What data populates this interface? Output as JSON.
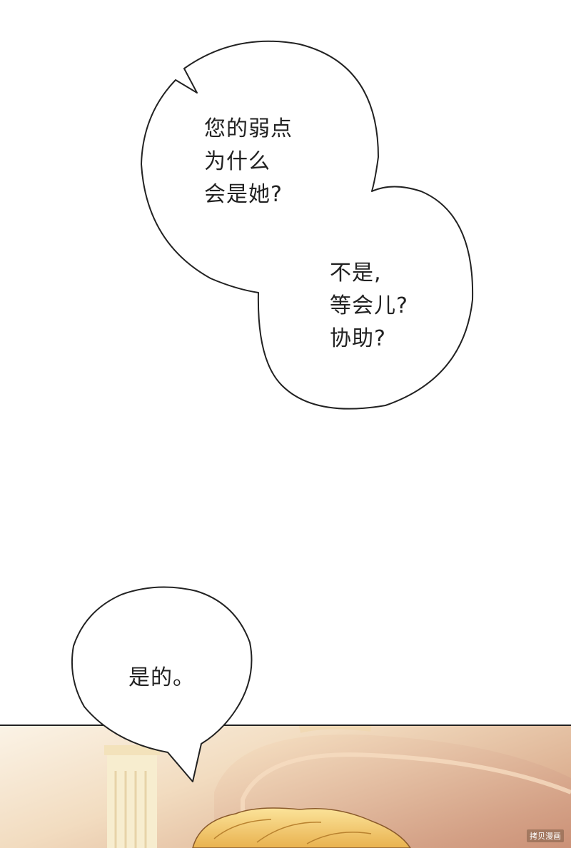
{
  "bubbles": {
    "top": {
      "lines": [
        "您的弱点",
        "为什么",
        "会是她?"
      ]
    },
    "middle": {
      "lines": [
        "不是,",
        "等会儿?",
        "协助?"
      ]
    },
    "bottom": {
      "lines": [
        "是的。"
      ]
    }
  },
  "watermark": "拷贝漫画",
  "colors": {
    "background": "#ffffff",
    "bubble_fill": "#ffffff",
    "bubble_stroke": "#222222",
    "panel_warm": "#e9c9a6",
    "hair": "#f3cf6e"
  }
}
